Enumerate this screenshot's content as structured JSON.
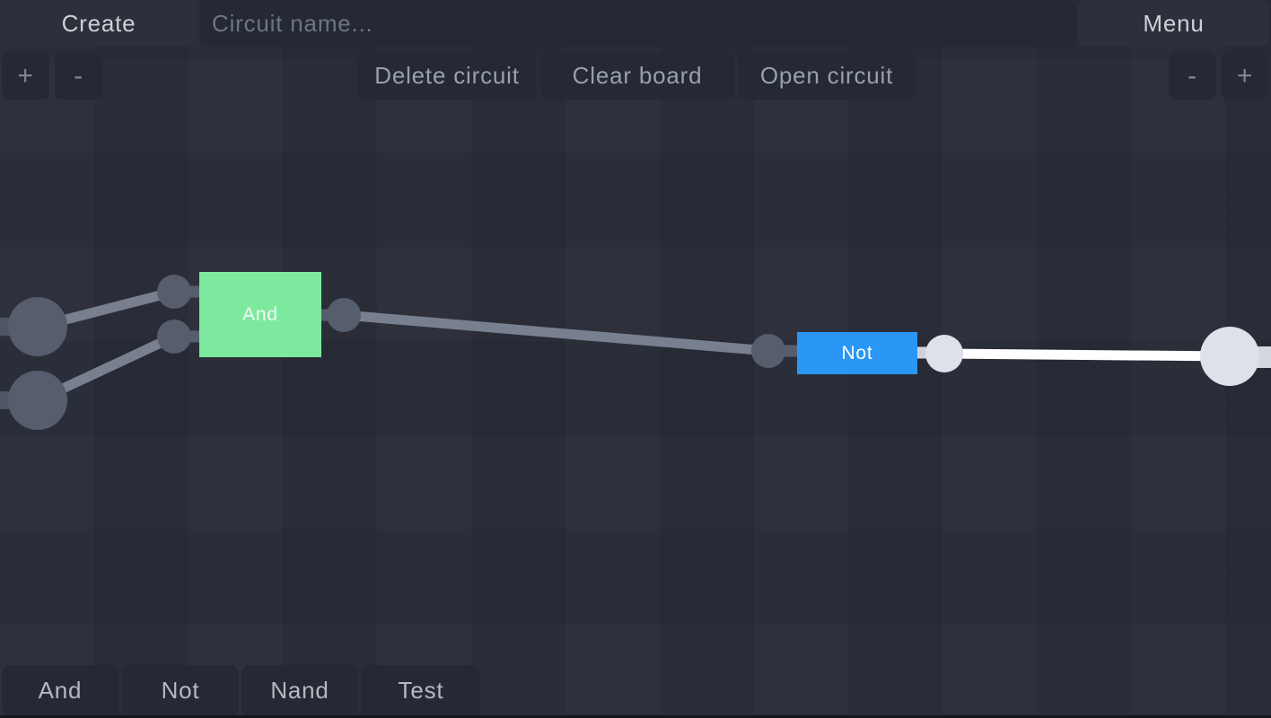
{
  "header": {
    "create_label": "Create",
    "circuit_name_placeholder": "Circuit name...",
    "circuit_name_value": "",
    "menu_label": "Menu",
    "zoom_in_label": "+",
    "zoom_out_label": "-",
    "actions": [
      {
        "label": "Delete circuit"
      },
      {
        "label": "Clear board"
      },
      {
        "label": "Open circuit"
      }
    ]
  },
  "canvas": {
    "gates": [
      {
        "label": "And",
        "color": "#7de99e",
        "inputs": 2,
        "outputs": 1
      },
      {
        "label": "Not",
        "color": "#2a96f5",
        "inputs": 1,
        "outputs": 1
      }
    ],
    "signal_states": {
      "left_input_nodes": "off",
      "right_output_node": "on"
    }
  },
  "palette": {
    "items": [
      {
        "label": "And"
      },
      {
        "label": "Not"
      },
      {
        "label": "Nand"
      },
      {
        "label": "Test"
      }
    ]
  },
  "colors": {
    "background": "#282c37",
    "panel_light": "#2b303b",
    "panel_dark": "#242934",
    "input_bg": "#242933",
    "gate_and": "#7de99e",
    "gate_not": "#2a96f5",
    "wire_off": "#78808f",
    "wire_on": "#ffffff",
    "node_off": "#565e6e",
    "node_on": "#dde1e9",
    "stub_off": "#4e5565",
    "stub_on": "#d3d7e0"
  }
}
